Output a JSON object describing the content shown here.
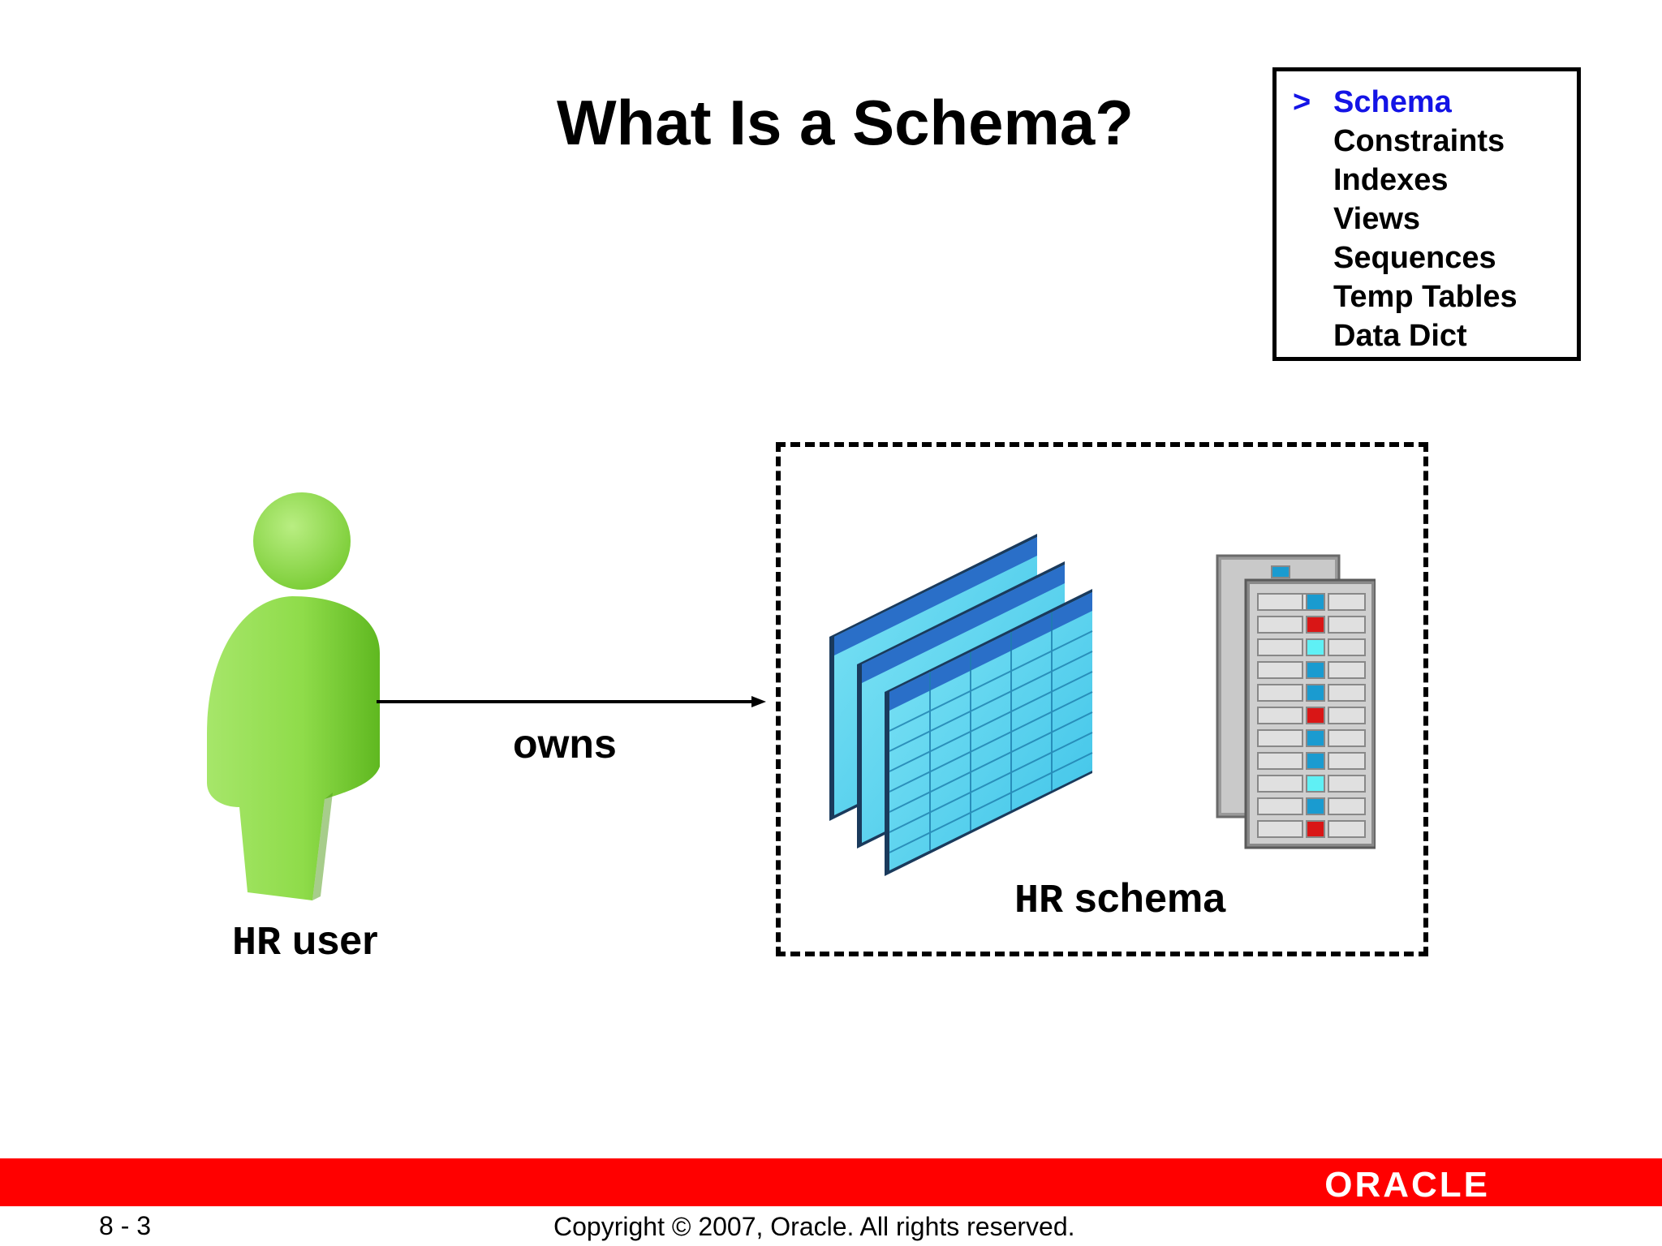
{
  "slide": {
    "title": "What Is a Schema?"
  },
  "toc": {
    "marker": ">",
    "items": [
      "Schema",
      "Constraints",
      "Indexes",
      "Views",
      "Sequences",
      "Temp Tables",
      "Data Dict"
    ],
    "current_index": 0,
    "current_color": "#1414e6"
  },
  "diagram": {
    "arrow_label": "owns",
    "user_label_code": "HR",
    "user_label_text": " user",
    "schema_label_code": "HR",
    "schema_label_text": " schema",
    "person_icon": "person-icon",
    "tables_icon": "tables-icon",
    "index_icon": "index-icon",
    "person_color": "#8fdc4a"
  },
  "footer": {
    "page_number": "8 - 3",
    "copyright": "Copyright © 2007, Oracle. All rights reserved.",
    "logo_text": "ORACLE",
    "bar_color": "#ff0000"
  }
}
